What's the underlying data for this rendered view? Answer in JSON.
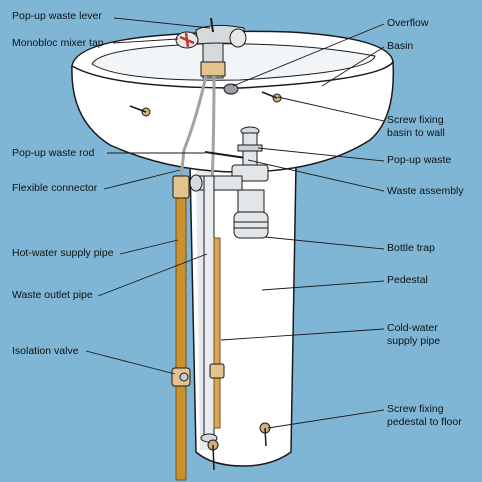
{
  "labels": {
    "popup_waste_lever": "Pop-up waste lever",
    "monobloc_mixer_tap": "Monobloc mixer tap",
    "popup_waste_rod": "Pop-up waste rod",
    "flexible_connector": "Flexible connector",
    "hot_water_supply_pipe": "Hot-water supply pipe",
    "waste_outlet_pipe": "Waste outlet pipe",
    "isolation_valve": "Isolation valve",
    "overflow": "Overflow",
    "basin": "Basin",
    "screw_fixing_basin": "Screw fixing\nbasin to wall",
    "popup_waste": "Pop-up waste",
    "waste_assembly": "Waste assembly",
    "bottle_trap": "Bottle trap",
    "pedestal": "Pedestal",
    "cold_water_supply_pipe": "Cold-water\nsupply pipe",
    "screw_fixing_pedestal": "Screw fixing\npedestal to floor"
  },
  "colors": {
    "background": "#7fb6d6",
    "porcelain": "#ffffff",
    "outline": "#1a1a1a",
    "copper": "#c9922e",
    "chrome": "#c8ccd0"
  }
}
